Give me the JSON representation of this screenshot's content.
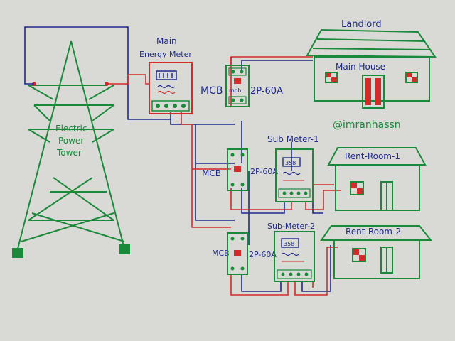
{
  "labels": {
    "main_meter_line1": "Main",
    "main_meter_line2": "Energy Meter",
    "mcb_main": "MCB",
    "mcb_main_rating": "2P-60A",
    "mcb_main_face": "mcb",
    "tower_line1": "Electric",
    "tower_line2": "Power",
    "tower_line3": "Tower",
    "landlord": "Landlord",
    "main_house": "Main House",
    "handle": "@imranhassn",
    "sub_meter_1": "Sub Meter-1",
    "sub_meter_2": "Sub-Meter-2",
    "mcb_1": "MCB",
    "mcb_1_rating": "2P-60A",
    "mcb_2": "MCB",
    "mcb_2_rating": "2P-60A",
    "rent_room_1": "Rent-Room-1",
    "rent_room_2": "Rent-Room-2",
    "sub1_display": "358",
    "sub2_display": "358"
  },
  "colors": {
    "background": "#d9d9d6",
    "phase_wire": "#d42a2a",
    "neutral_wire": "#1f2a8a",
    "structure": "#1a8a3a",
    "label_blue": "#1f2a8a"
  },
  "icons": [
    "power-tower-icon",
    "energy-meter-icon",
    "mcb-breaker-icon",
    "house-icon",
    "window-icon",
    "door-icon"
  ]
}
